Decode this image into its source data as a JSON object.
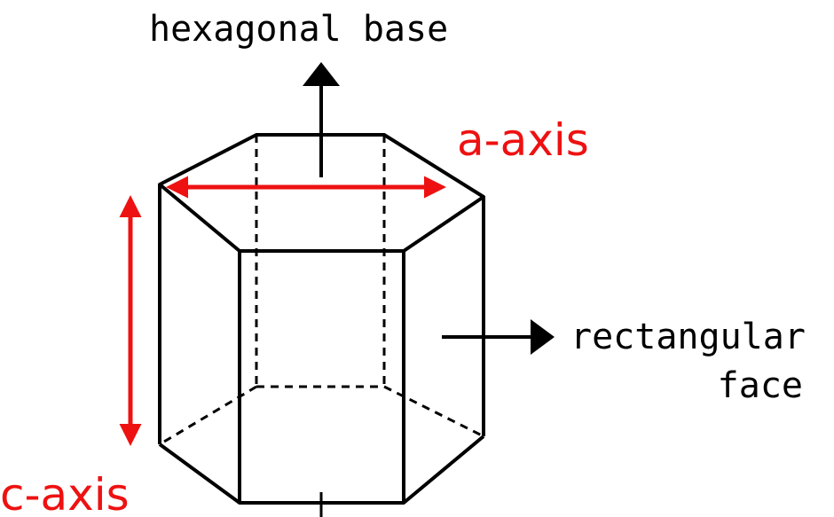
{
  "labels": {
    "hexagonal_base": "hexagonal base",
    "a_axis": "a-axis",
    "rectangular": "rectangular",
    "face": "face",
    "c_axis": "c-axis"
  },
  "colors": {
    "outline": "#000000",
    "axis": "#ee1111",
    "background": "#ffffff"
  }
}
